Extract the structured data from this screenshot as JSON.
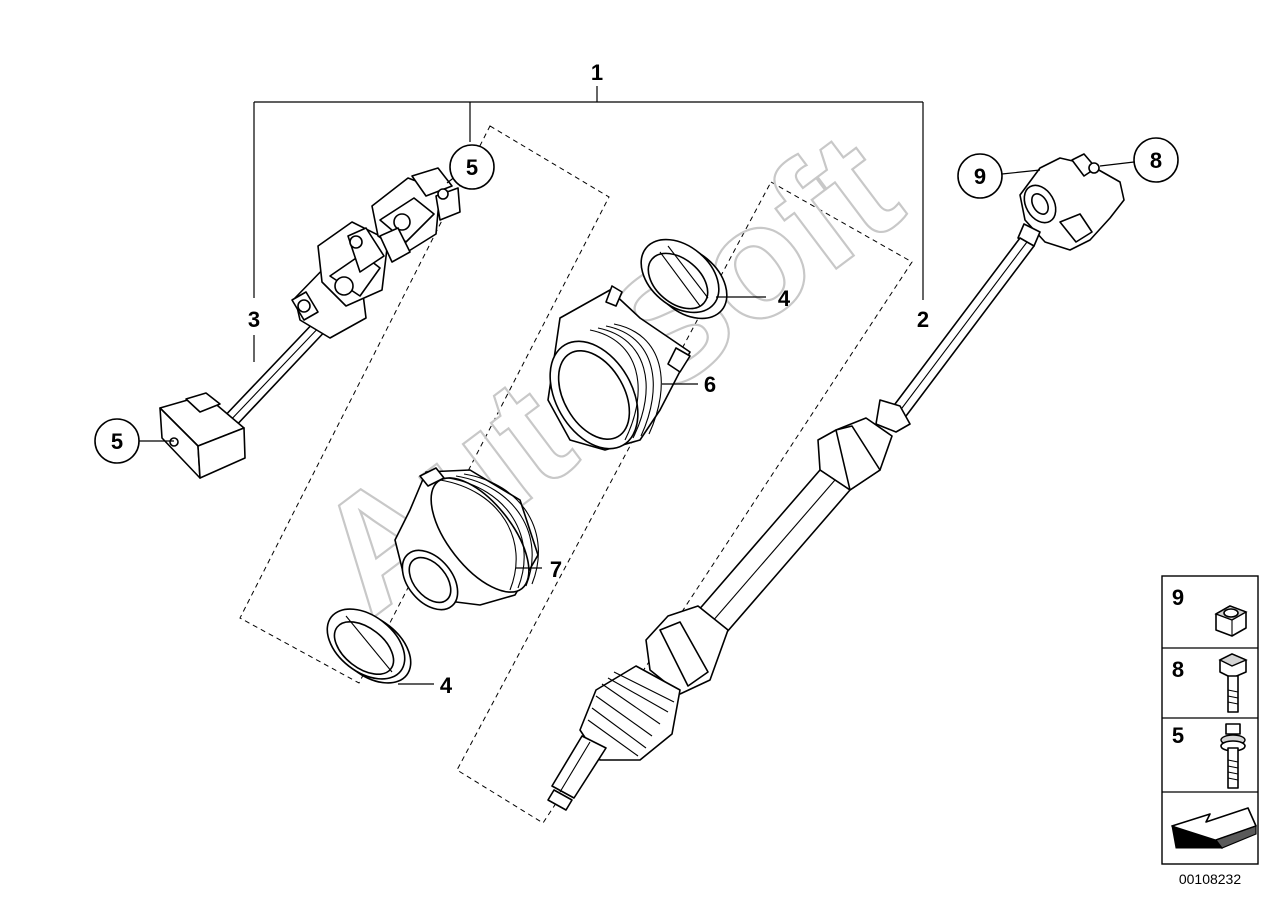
{
  "diagram": {
    "callouts": {
      "assembly": "1",
      "lower_shaft": "2",
      "upper_shaft": "3",
      "ring_top": "4",
      "ring_bottom": "4",
      "bolt_top": "5",
      "bolt_left": "5",
      "boot_upper": "6",
      "boot_lower": "7",
      "bolt_right": "8",
      "nut_right": "9"
    },
    "watermark": "AutoSoft",
    "legend": {
      "items": [
        {
          "number": "9",
          "icon": "hex-nut-icon"
        },
        {
          "number": "8",
          "icon": "hex-bolt-icon"
        },
        {
          "number": "5",
          "icon": "torx-bolt-icon"
        }
      ],
      "arrow_icon": "direction-arrow-icon"
    },
    "reference_number": "00108232"
  }
}
